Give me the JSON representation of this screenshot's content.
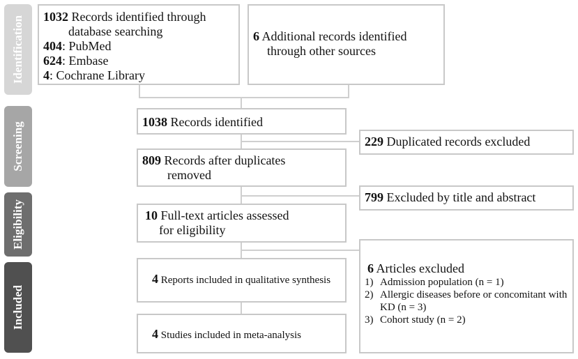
{
  "phases": {
    "identification": "Identification",
    "screening": "Screening",
    "eligibility": "Eligibility",
    "included": "Included"
  },
  "box_db": {
    "count": "1032",
    "line1": " Records identified through",
    "line2": "database searching",
    "pubmed_count": "404",
    "pubmed_label": ": PubMed",
    "embase_count": "624",
    "embase_label": ": Embase",
    "cochrane_count": "4",
    "cochrane_label": ": Cochrane Library"
  },
  "box_other": {
    "count": "6",
    "line1": " Additional records identified",
    "line2": "through other sources"
  },
  "box_identified": {
    "count": "1038",
    "text": " Records identified"
  },
  "box_after_dup": {
    "count": "809",
    "line1": " Records after duplicates",
    "line2": "removed"
  },
  "box_fulltext": {
    "count": "10",
    "line1": " Full-text articles assessed",
    "line2": "for eligibility"
  },
  "box_qualitative": {
    "count": "4",
    "text": " Reports included in qualitative synthesis"
  },
  "box_meta": {
    "count": "4",
    "text": " Studies included in meta-analysis"
  },
  "excl_dup": {
    "count": "229",
    "text": " Duplicated records excluded"
  },
  "excl_title": {
    "count": "799",
    "text": " Excluded by title and abstract"
  },
  "excl_articles": {
    "count": "6",
    "text": " Articles excluded",
    "items": [
      {
        "num": "1)",
        "text": "Admission population (n = 1)"
      },
      {
        "num": "2)",
        "text": "Allergic diseases before or concomitant with"
      },
      {
        "num": "",
        "text": "KD (n = 3)"
      },
      {
        "num": "3)",
        "text": "Cohort study (n = 2)"
      }
    ]
  }
}
